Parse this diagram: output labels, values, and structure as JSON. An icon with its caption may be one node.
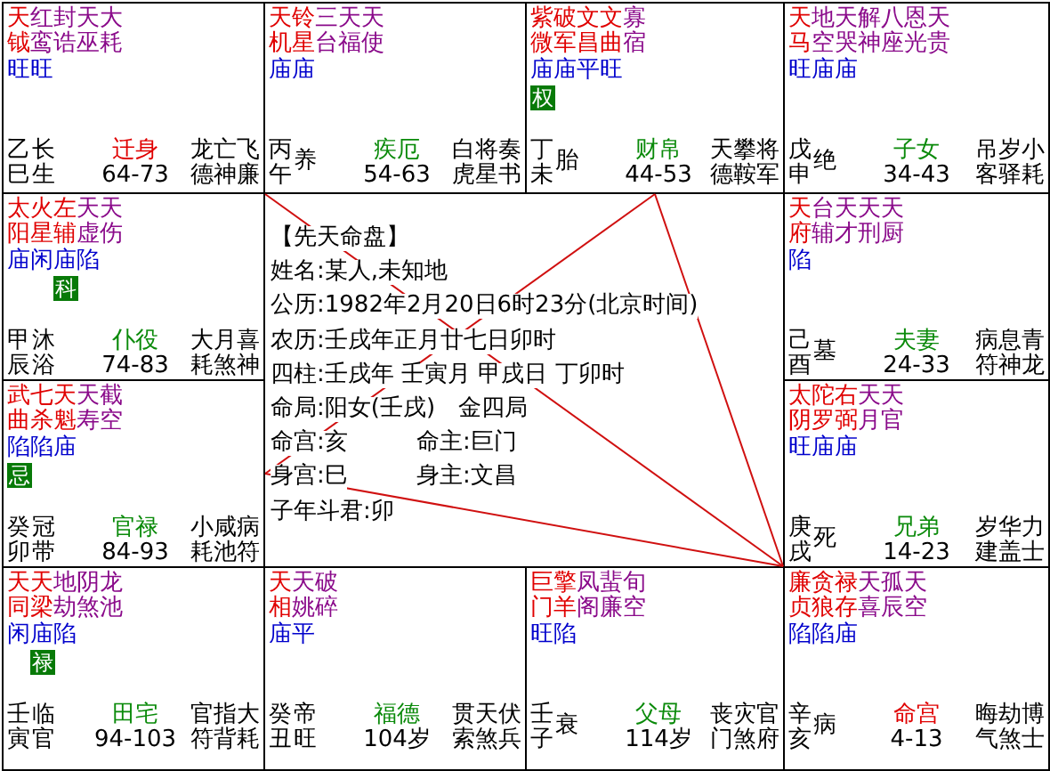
{
  "diagram": {
    "nodes": [
      {
        "text": [
          "天钺",
          "红鸾",
          "封诰",
          "天巫",
          "大耗",
          "旺旺",
          "乙巳",
          "长生",
          "迁身",
          "64-73",
          "龙德",
          "亡神",
          "飞廉"
        ]
      },
      {
        "text": [
          "天机",
          "铃星",
          "三台",
          "天福",
          "天使",
          "庙庙",
          "丙午",
          "养",
          "疾厄",
          "54-63",
          "白虎",
          "将星",
          "奏书"
        ]
      },
      {
        "text": [
          "紫微",
          "破军",
          "文昌",
          "文曲",
          "寡宿",
          "庙庙平旺",
          "丁未",
          "胎",
          "财帛",
          "44-53",
          "天德",
          "攀鞍",
          "将军"
        ]
      },
      {
        "text": [
          "天马",
          "地空",
          "天哭",
          "解神",
          "八座",
          "恩光",
          "天贵",
          "旺庙庙",
          "戊申",
          "绝",
          "子女",
          "34-43",
          "吊客",
          "岁驿",
          "小耗"
        ]
      },
      {
        "text": [
          "太阳",
          "火星",
          "左辅",
          "天虚",
          "天伤",
          "庙闲庙陷",
          "甲辰",
          "沐浴",
          "仆役",
          "74-83",
          "大耗",
          "月煞",
          "喜神"
        ]
      },
      {
        "text": [
          "天府",
          "台辅",
          "天才",
          "天刑",
          "天厨",
          "陷",
          "己酉",
          "墓",
          "夫妻",
          "24-33",
          "病符",
          "息神",
          "青龙"
        ]
      },
      {
        "text": [
          "武曲",
          "七杀",
          "天魁",
          "天寿",
          "截空",
          "陷陷庙",
          "癸卯",
          "冠带",
          "官禄",
          "84-93",
          "小耗",
          "咸池",
          "病符"
        ]
      },
      {
        "text": [
          "太阴",
          "陀罗",
          "右弼",
          "天月",
          "天官",
          "旺庙庙",
          "庚戌",
          "死",
          "兄弟",
          "14-23",
          "岁建",
          "华盖",
          "力士"
        ]
      },
      {
        "text": [
          "天同",
          "天梁",
          "地劫",
          "阴煞",
          "龙池",
          "闲庙陷",
          "壬寅",
          "临官",
          "田宅",
          "94-103",
          "官符",
          "指背",
          "大耗"
        ]
      },
      {
        "text": [
          "天相",
          "天姚",
          "破碎",
          "庙平",
          "癸丑",
          "帝旺",
          "福德",
          "104岁",
          "贯索",
          "天煞",
          "伏兵"
        ]
      },
      {
        "text": [
          "巨门",
          "擎羊",
          "凤阁",
          "蜚廉",
          "旬空",
          "旺陷",
          "壬子",
          "衰",
          "父母",
          "114岁",
          "丧门",
          "灾煞",
          "官府"
        ]
      },
      {
        "text": [
          "廉贞",
          "贪狼",
          "禄存",
          "天喜",
          "孤辰",
          "天空",
          "陷陷庙",
          "辛亥",
          "病",
          "命宫",
          "4-13",
          "晦气",
          "劫煞",
          "博士"
        ]
      },
      {
        "text": [
          "权"
        ],
        "in": 2
      },
      {
        "text": [
          "科"
        ],
        "in": 4
      },
      {
        "text": [
          "忌"
        ],
        "in": 6
      },
      {
        "text": [
          "禄"
        ],
        "in": 8
      }
    ],
    "edges": [
      {
        "from": 11,
        "to": 2,
        "arrow": "none"
      },
      {
        "from": 11,
        "to": 6,
        "arrow": "none"
      },
      {
        "from": 2,
        "to": 6,
        "arrow": "none"
      },
      {
        "from": 11,
        "to": 0,
        "arrow": "none"
      }
    ],
    "labels": [
      "【先天命盘】",
      "姓名:某人,未知地",
      "公历:1982年2月20日6时23分(北京时间)",
      "农历:壬戌年正月廿七日卯时",
      "四柱:壬戌年 壬寅月 甲戌日 丁卯时",
      "命局:阳女(壬戌)　金四局",
      "命宫:亥",
      "命主:巨门",
      "身宫:巳",
      "身主:文昌",
      "子年斗君:卯"
    ]
  }
}
